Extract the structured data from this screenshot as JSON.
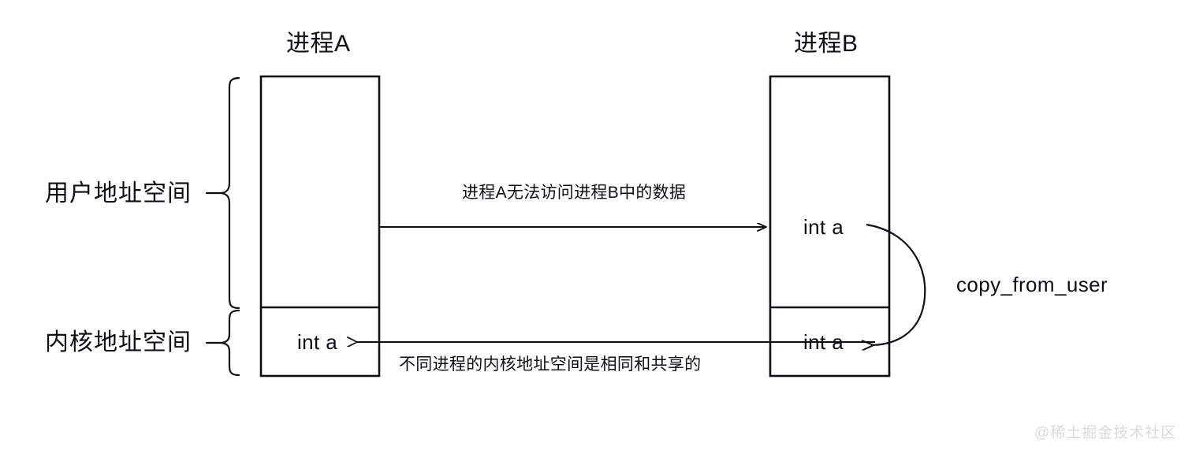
{
  "diagram": {
    "titles": {
      "process_a": "进程A",
      "process_b": "进程B"
    },
    "side_labels": {
      "user_space": "用户地址空间",
      "kernel_space": "内核地址空间"
    },
    "edge_labels": {
      "no_access": "进程A无法访问进程B中的数据",
      "shared_kernel": "不同进程的内核地址空间是相同和共享的",
      "copy_from_user": "copy_from_user"
    },
    "variables": {
      "a_kernel": "int a",
      "b_user": "int a",
      "b_kernel": "int a"
    },
    "colors": {
      "stroke": "#0d0d14",
      "background": "#ffffff",
      "watermark": "#d9dade"
    }
  },
  "watermark": {
    "text": "@稀土掘金技术社区"
  }
}
